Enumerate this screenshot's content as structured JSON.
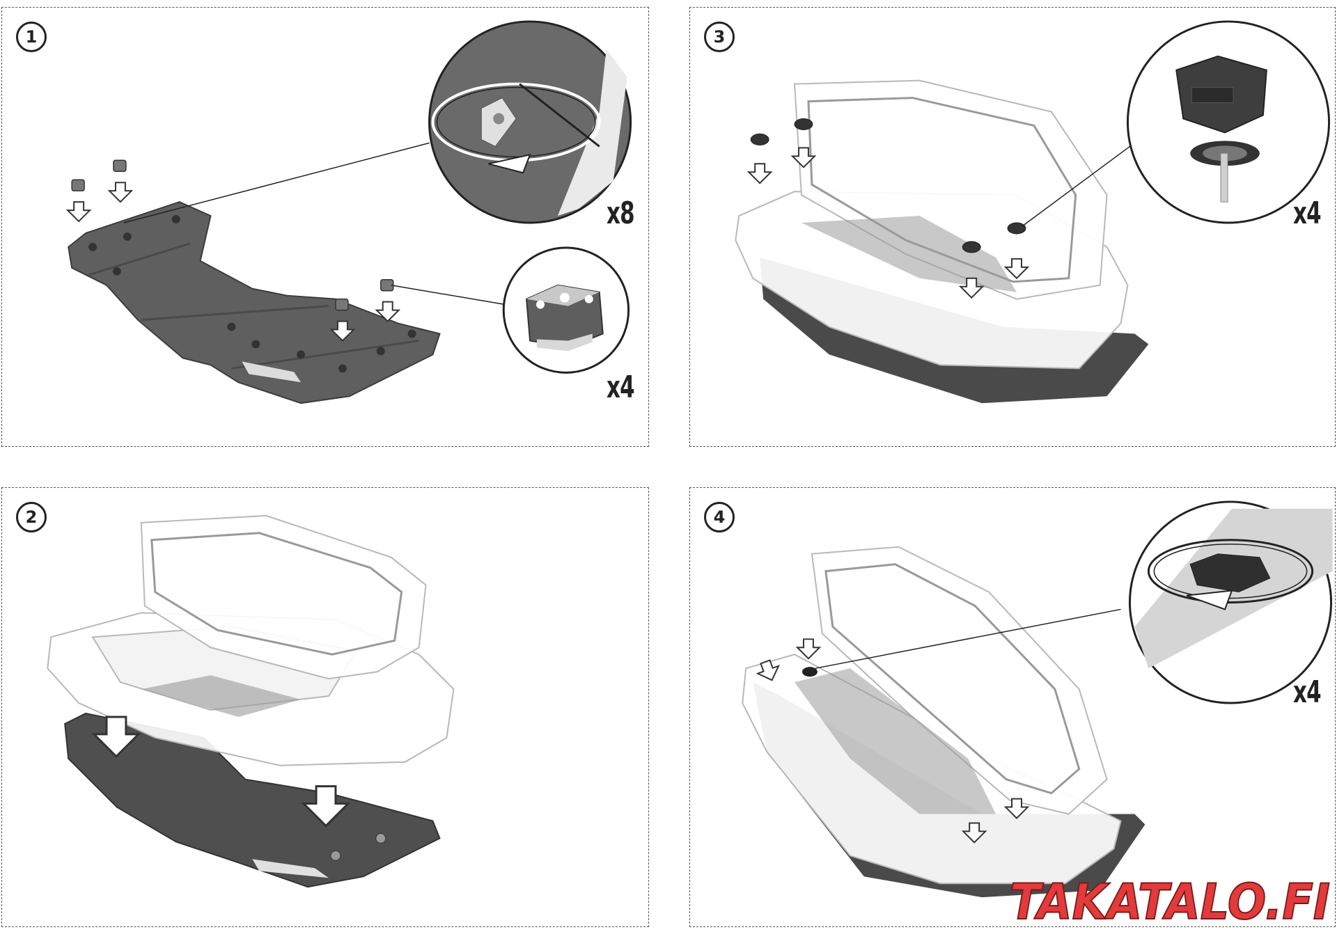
{
  "steps": [
    {
      "number": "1",
      "callouts": [
        {
          "qty": "x8"
        },
        {
          "qty": "x4"
        }
      ]
    },
    {
      "number": "2",
      "callouts": []
    },
    {
      "number": "3",
      "callouts": [
        {
          "qty": "x4"
        }
      ]
    },
    {
      "number": "4",
      "callouts": [
        {
          "qty": "x4"
        }
      ]
    }
  ],
  "watermark": {
    "text": "TAKATALO.FI"
  },
  "colors": {
    "plate": "#5f5f5f",
    "plate_dark": "#454545",
    "box_outline": "#b8b8b8",
    "border": "#555555",
    "watermark_red": "#e23b3b"
  }
}
